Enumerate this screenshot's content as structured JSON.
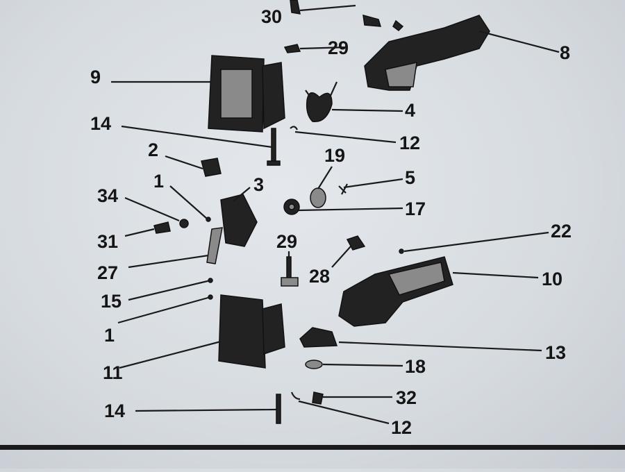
{
  "diagram": {
    "callouts": [
      "30",
      "29",
      "8",
      "9",
      "4",
      "14",
      "12",
      "2",
      "19",
      "5",
      "1",
      "3",
      "34",
      "17",
      "31",
      "22",
      "29",
      "27",
      "28",
      "10",
      "15",
      "1",
      "13",
      "11",
      "18",
      "32",
      "14",
      "12"
    ]
  }
}
